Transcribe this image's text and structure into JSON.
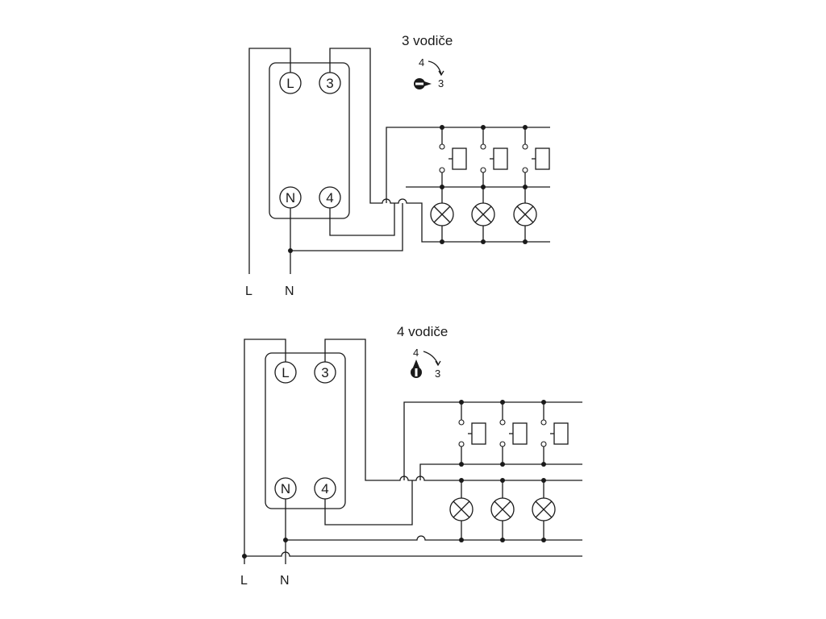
{
  "diagrams": [
    {
      "title": "3 vodiče",
      "selector_top": "4",
      "selector_bottom": "3",
      "terminals": {
        "L": "L",
        "three": "3",
        "N": "N",
        "four": "4"
      },
      "line_labels": {
        "L": "L",
        "N": "N"
      }
    },
    {
      "title": "4 vodiče",
      "selector_top": "4",
      "selector_bottom": "3",
      "terminals": {
        "L": "L",
        "three": "3",
        "N": "N",
        "four": "4"
      },
      "line_labels": {
        "L": "L",
        "N": "N"
      }
    }
  ]
}
